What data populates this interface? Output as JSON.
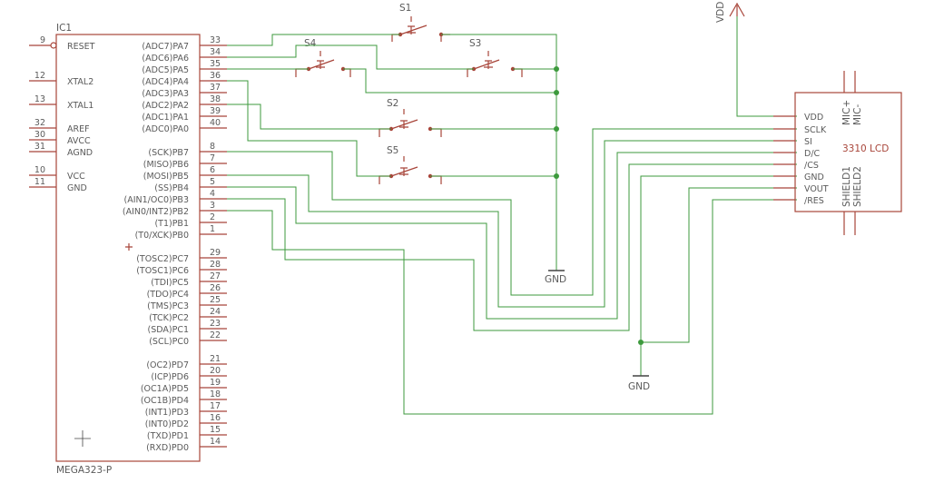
{
  "ic1": {
    "ref": "IC1",
    "value": "MEGA323-P",
    "left_pins": [
      {
        "num": "9",
        "name": "RESET"
      },
      {
        "num": "12",
        "name": "XTAL2"
      },
      {
        "num": "13",
        "name": "XTAL1"
      },
      {
        "num": "32",
        "name": "AREF"
      },
      {
        "num": "30",
        "name": "AVCC"
      },
      {
        "num": "31",
        "name": "AGND"
      },
      {
        "num": "10",
        "name": "VCC"
      },
      {
        "num": "11",
        "name": "GND"
      }
    ],
    "right_pins": [
      {
        "num": "33",
        "name": "(ADC7)PA7"
      },
      {
        "num": "34",
        "name": "(ADC6)PA6"
      },
      {
        "num": "35",
        "name": "(ADC5)PA5"
      },
      {
        "num": "36",
        "name": "(ADC4)PA4"
      },
      {
        "num": "37",
        "name": "(ADC3)PA3"
      },
      {
        "num": "38",
        "name": "(ADC2)PA2"
      },
      {
        "num": "39",
        "name": "(ADC1)PA1"
      },
      {
        "num": "40",
        "name": "(ADC0)PA0"
      },
      {
        "num": "8",
        "name": "(SCK)PB7"
      },
      {
        "num": "7",
        "name": "(MISO)PB6"
      },
      {
        "num": "6",
        "name": "(MOSI)PB5"
      },
      {
        "num": "5",
        "name": "(SS)PB4"
      },
      {
        "num": "4",
        "name": "(AIN1/OC0)PB3"
      },
      {
        "num": "3",
        "name": "(AIN0/INT2)PB2"
      },
      {
        "num": "2",
        "name": "(T1)PB1"
      },
      {
        "num": "1",
        "name": "(T0/XCK)PB0"
      },
      {
        "num": "29",
        "name": "(TOSC2)PC7"
      },
      {
        "num": "28",
        "name": "(TOSC1)PC6"
      },
      {
        "num": "27",
        "name": "(TDI)PC5"
      },
      {
        "num": "26",
        "name": "(TDO)PC4"
      },
      {
        "num": "25",
        "name": "(TMS)PC3"
      },
      {
        "num": "24",
        "name": "(TCK)PC2"
      },
      {
        "num": "23",
        "name": "(SDA)PC1"
      },
      {
        "num": "22",
        "name": "(SCL)PC0"
      },
      {
        "num": "21",
        "name": "(OC2)PD7"
      },
      {
        "num": "20",
        "name": "(ICP)PD6"
      },
      {
        "num": "19",
        "name": "(OC1A)PD5"
      },
      {
        "num": "18",
        "name": "(OC1B)PD4"
      },
      {
        "num": "17",
        "name": "(INT1)PD3"
      },
      {
        "num": "16",
        "name": "(INT0)PD2"
      },
      {
        "num": "15",
        "name": "(TXD)PD1"
      },
      {
        "num": "14",
        "name": "(RXD)PD0"
      }
    ]
  },
  "switches": [
    "S1",
    "S4",
    "S3",
    "S2",
    "S5"
  ],
  "lcd": {
    "name": "3310 LCD",
    "pins": [
      "VDD",
      "SCLK",
      "SI",
      "D/C",
      "/CS",
      "GND",
      "VOUT",
      "/RES"
    ],
    "top_pins": [
      "MIC+",
      "MIC-"
    ],
    "bottom_pins": [
      "SHIELD1",
      "SHIELD2"
    ]
  },
  "power": {
    "vdd": "VDD",
    "gnd_upper": "GND",
    "gnd_lower": "GND"
  },
  "colors": {
    "symbol": "#a8453a",
    "wire": "#3d9a3d",
    "text": "#5a5a5a"
  }
}
